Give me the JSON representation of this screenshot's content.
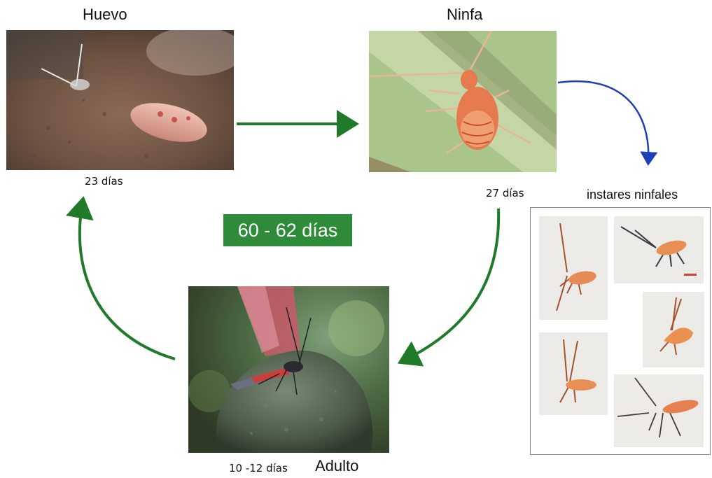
{
  "stages": {
    "egg": {
      "title": "Huevo",
      "duration": "23 días"
    },
    "nymph": {
      "title": "Ninfa",
      "duration": "27 días"
    },
    "adult": {
      "title": "Adulto",
      "duration": "10 -12  días"
    }
  },
  "cycle_total": "60 - 62 días",
  "instars": {
    "label": "instares ninfales",
    "count": 5
  },
  "colors": {
    "cycle_arrow": "#1f7a2a",
    "instar_arrow": "#1f3fb5",
    "badge": "#2e8b3a"
  }
}
